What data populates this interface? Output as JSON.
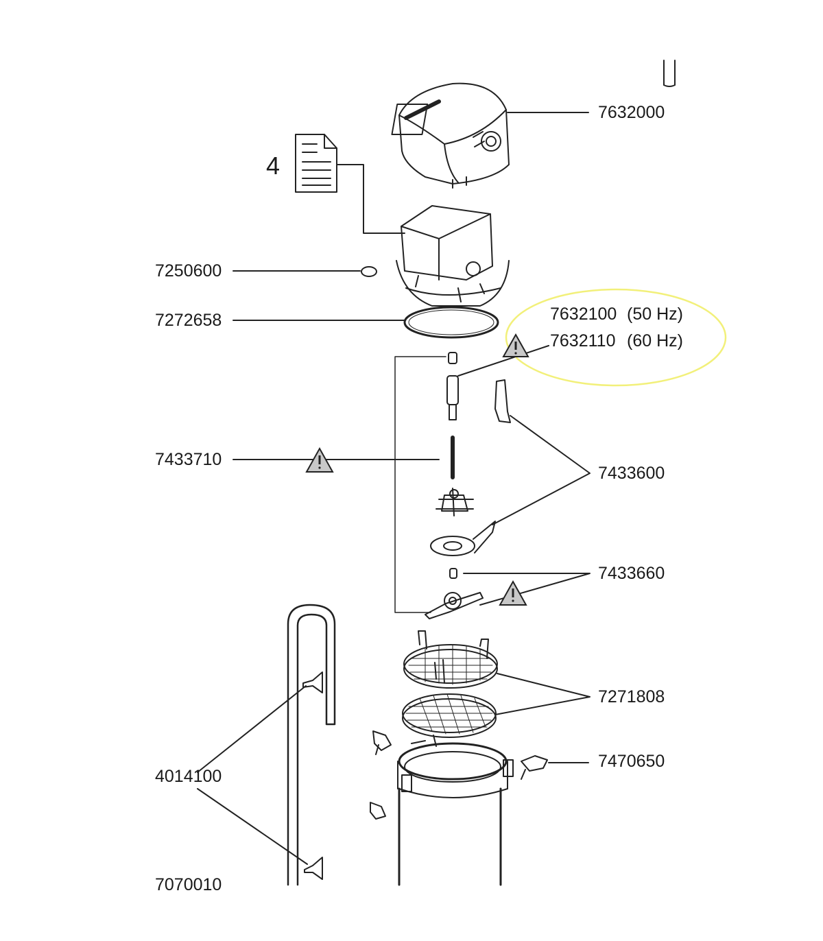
{
  "document_ref": "4",
  "highlight_color": "#f2f07a",
  "part_labels": {
    "p7632000": "7632000",
    "p7250600": "7250600",
    "p7272658": "7272658",
    "p7632100": "7632100",
    "p7632100_freq": "(50 Hz)",
    "p7632110": "7632110",
    "p7632110_freq": "(60 Hz)",
    "p7433710": "7433710",
    "p7433600": "7433600",
    "p7433660": "7433660",
    "p7271808": "7271808",
    "p7470650": "7470650",
    "p4014100": "4014100",
    "p_cut": "7070010"
  },
  "icons": [
    "document-icon",
    "warning-triangle-icon"
  ]
}
